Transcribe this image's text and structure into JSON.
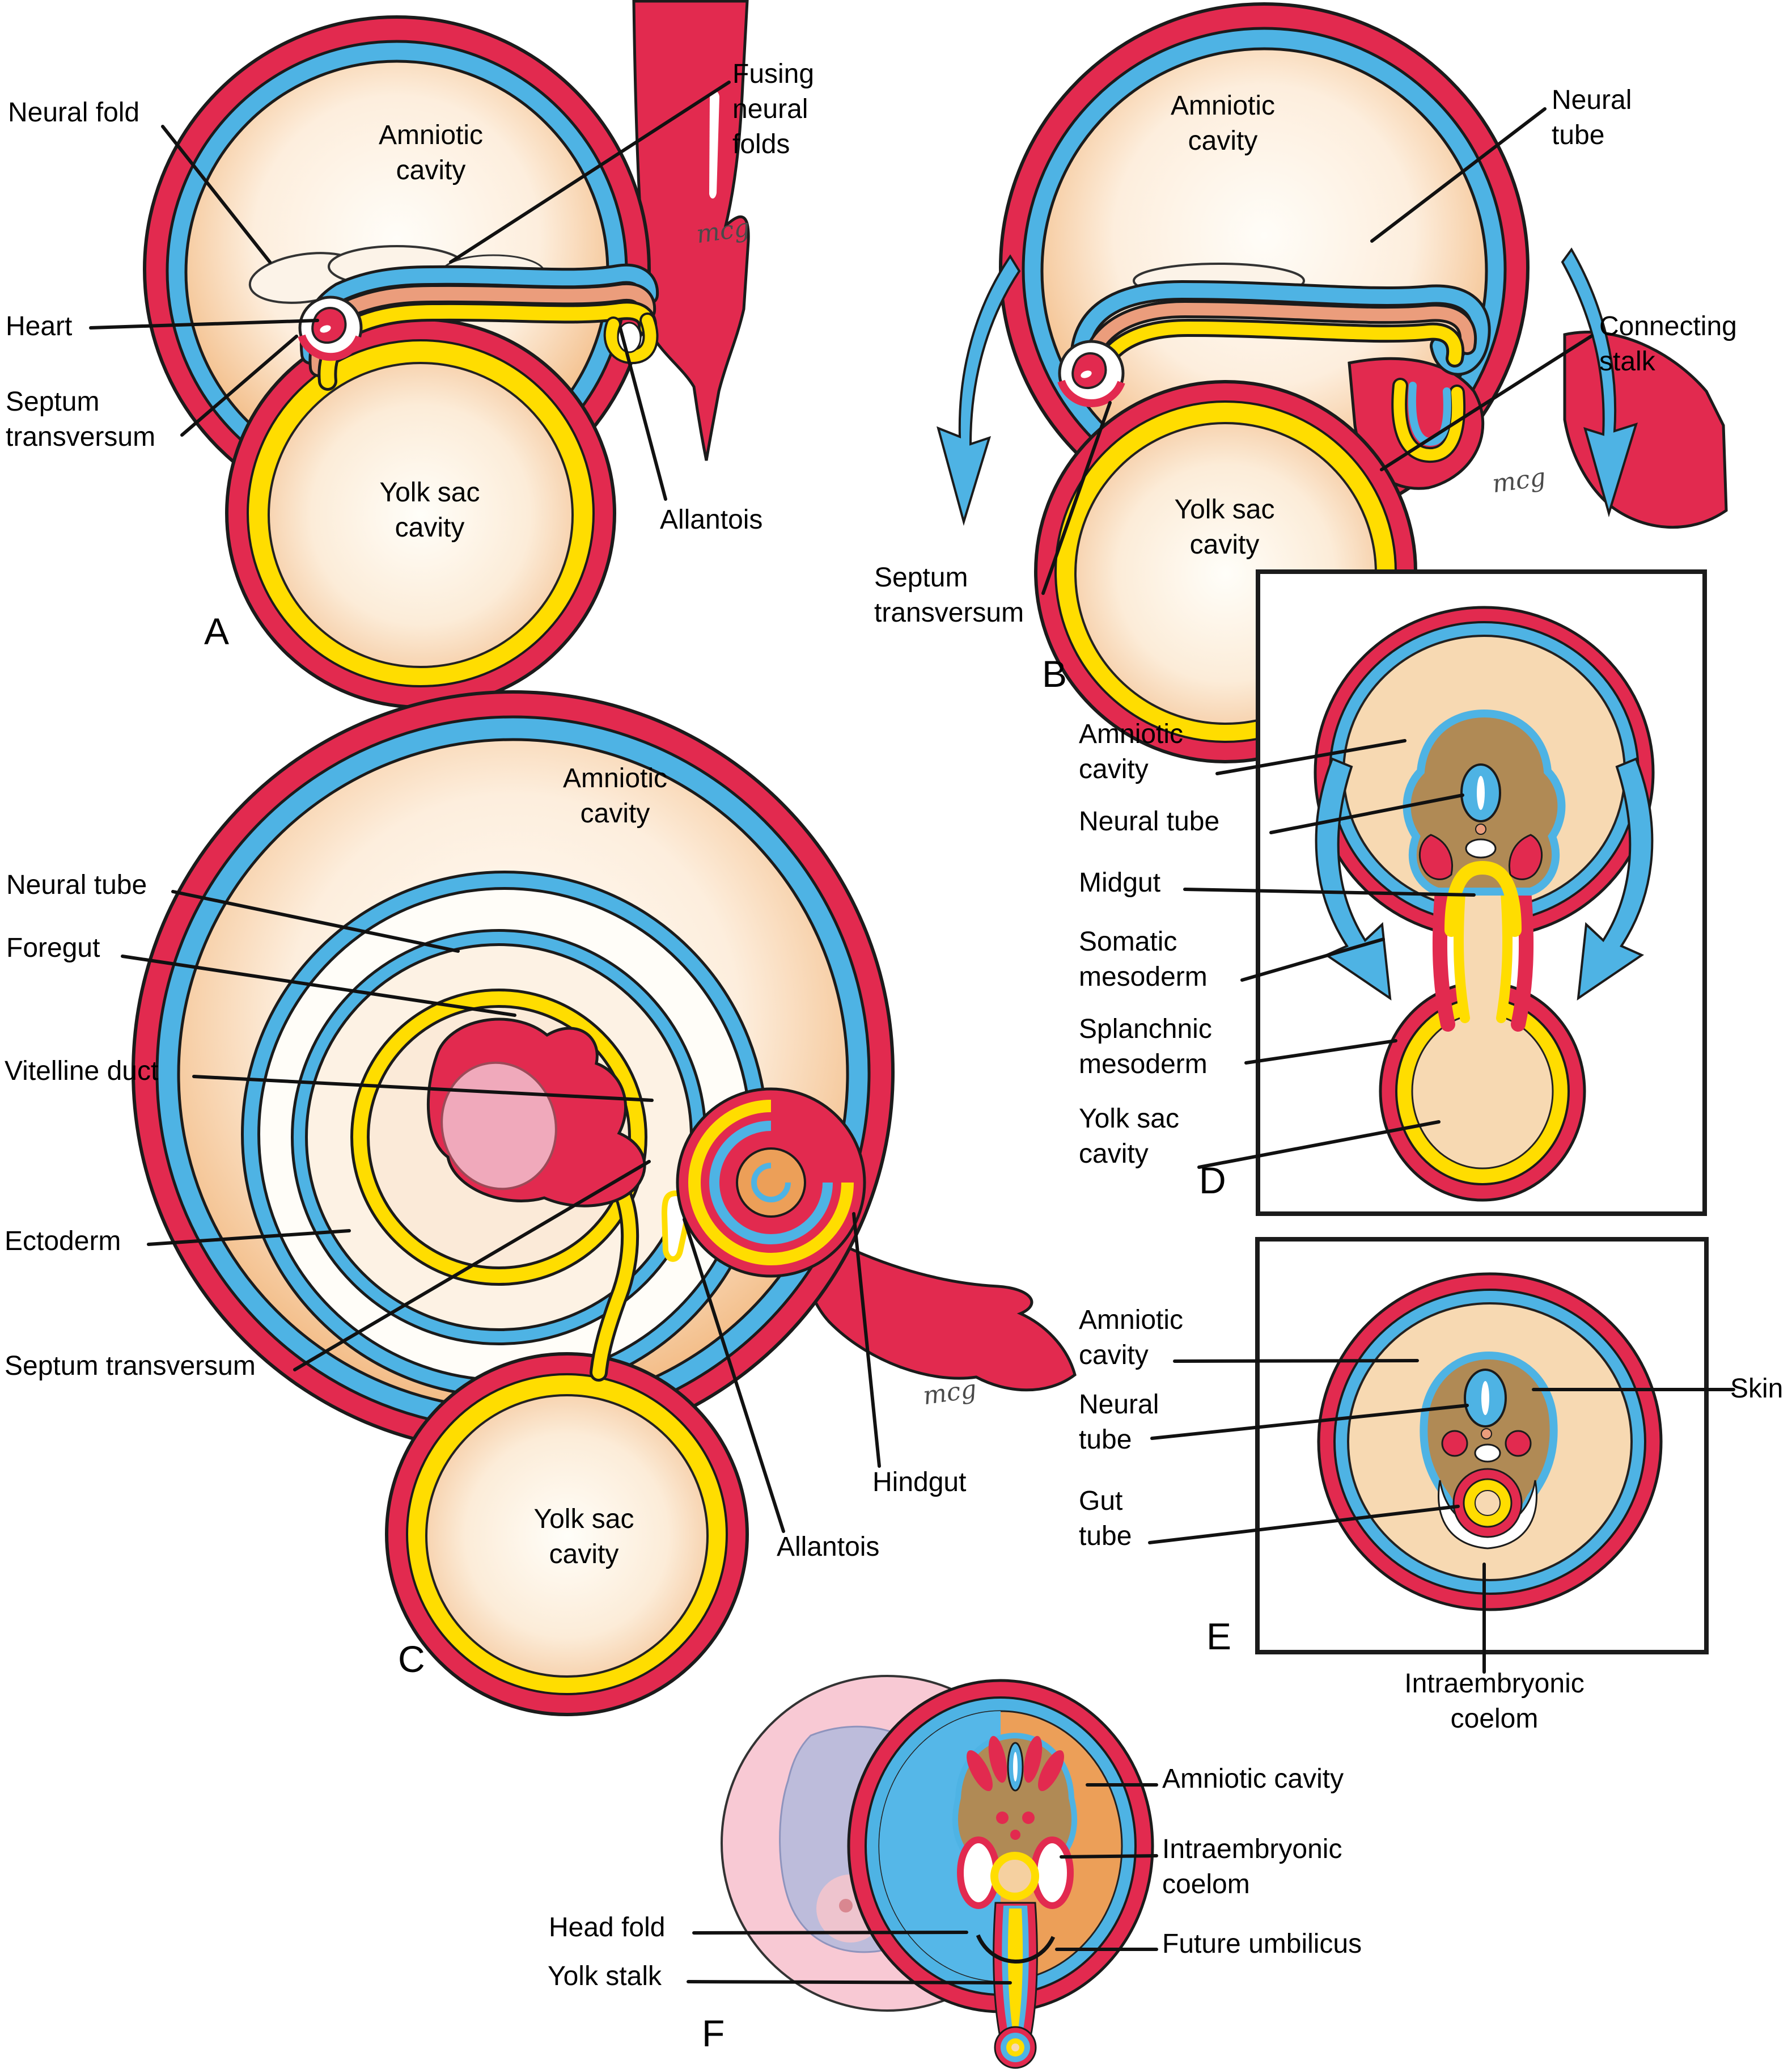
{
  "panels": {
    "a": {
      "letter": "A",
      "labels": {
        "neural_fold": "Neural fold",
        "amniotic_cavity": "Amniotic cavity",
        "fusing_neural_folds": "Fusing neural folds",
        "heart": "Heart",
        "septum_transversum": "Septum transversum",
        "yolk_sac_cavity": "Yolk sac cavity",
        "allantois": "Allantois"
      }
    },
    "b": {
      "letter": "B",
      "labels": {
        "amniotic_cavity": "Amniotic cavity",
        "neural_tube": "Neural tube",
        "connecting_stalk": "Connecting stalk",
        "septum_transversum": "Septum transversum",
        "yolk_sac_cavity": "Yolk sac cavity"
      }
    },
    "c": {
      "letter": "C",
      "labels": {
        "amniotic_cavity": "Amniotic cavity",
        "neural_tube": "Neural tube",
        "foregut": "Foregut",
        "vitelline_duct": "Vitelline duct",
        "ectoderm": "Ectoderm",
        "septum_transversum": "Septum transversum",
        "yolk_sac_cavity": "Yolk sac cavity",
        "hindgut": "Hindgut",
        "allantois": "Allantois"
      }
    },
    "d": {
      "letter": "D",
      "labels": {
        "amniotic_cavity": "Amniotic cavity",
        "neural_tube": "Neural tube",
        "midgut": "Midgut",
        "somatic_mesoderm": "Somatic mesoderm",
        "splanchnic_mesoderm": "Splanchnic mesoderm",
        "yolk_sac_cavity": "Yolk sac cavity"
      }
    },
    "e": {
      "letter": "E",
      "labels": {
        "amniotic_cavity": "Amniotic cavity",
        "neural_tube": "Neural tube",
        "gut_tube": "Gut tube",
        "skin": "Skin",
        "intraembryonic_coelom": "Intraembryonic coelom"
      }
    },
    "f": {
      "letter": "F",
      "labels": {
        "amniotic_cavity": "Amniotic cavity",
        "intraembryonic_coelom": "Intraembryonic coelom",
        "head_fold": "Head fold",
        "yolk_stalk": "Yolk stalk",
        "future_umbilicus": "Future umbilicus"
      }
    }
  },
  "artist_signature": "mcg",
  "colors": {
    "mesoderm_red": "#e22a4f",
    "ectoderm_blue": "#4eb3e4",
    "endoderm_yellow": "#ffdd00",
    "mesoderm_salmon": "#eb9d7c",
    "cavity_peach": "#f7d9b2",
    "cavity_orange": "#ec9f58",
    "embryo_brown": "#b08a55",
    "chorion_pink": "#f8c9d4",
    "embryo_lavender": "#b6badc",
    "outline": "#1b1b1b"
  }
}
